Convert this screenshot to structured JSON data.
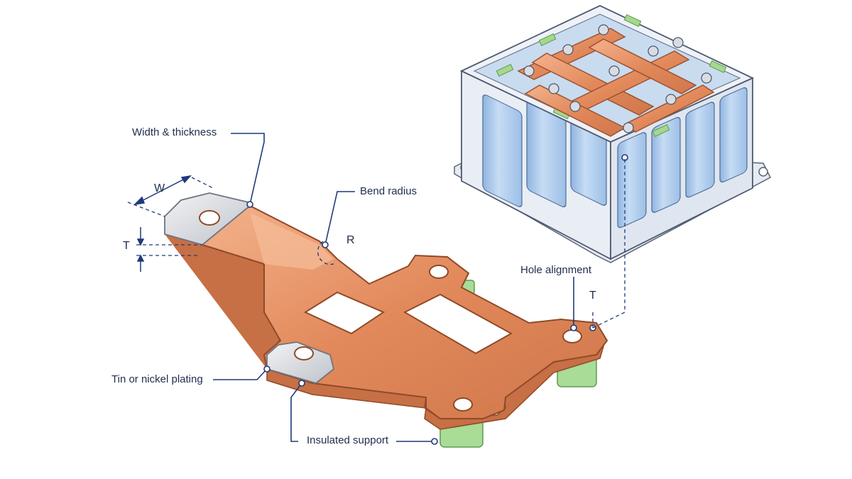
{
  "callouts": {
    "width_thickness": "Width & thickness",
    "bend_radius": "Bend radius",
    "hole_alignment": "Hole alignment",
    "plating": "Tin or nickel plating",
    "insulated_support": "Insulated support"
  },
  "dimension_marks": {
    "width": "W",
    "thickness_left": "T",
    "thickness_right": "T",
    "radius": "R"
  },
  "colors": {
    "copper": "#e08a5e",
    "copper_dark": "#b9603a",
    "copper_light": "#f3b08b",
    "plating": "#d4d6da",
    "insulator": "#9fd38a",
    "cell_blue": "#a9c8ec",
    "housing": "#dfe6ef",
    "line": "#1f3a7a"
  }
}
